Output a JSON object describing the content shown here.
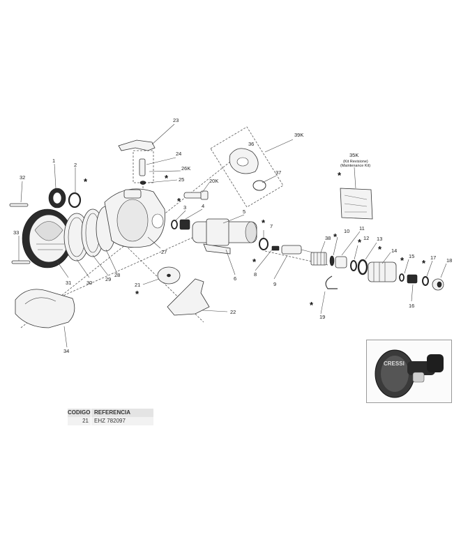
{
  "part_labels": {
    "p1": "1",
    "p2": "2",
    "p3": "3",
    "p4": "4",
    "p5": "5",
    "p6": "6",
    "p7": "7",
    "p8": "8",
    "p9": "9",
    "p10": "10",
    "p11": "11",
    "p12": "12",
    "p13": "13",
    "p14": "14",
    "p15": "15",
    "p16": "16",
    "p17": "17",
    "p18": "18",
    "p19": "19",
    "p20k": "20K",
    "p21": "21",
    "p22": "22",
    "p23": "23",
    "p24": "24",
    "p25": "25",
    "p26k": "26K",
    "p27": "27",
    "p28": "28",
    "p29": "29",
    "p30": "30",
    "p31": "31",
    "p32": "32",
    "p33": "33",
    "p34": "34",
    "p35k": "35K",
    "p36": "36",
    "p37": "37",
    "p38": "38",
    "p39k": "39K"
  },
  "kit_note": {
    "line1": "(Kit Revisione)",
    "line2": "(Maintenance Kit)"
  },
  "star_symbol": "*",
  "photo_brand": "CRESSI",
  "reference_table": {
    "header_code": "CODIGO",
    "header_ref": "REFERENCIA",
    "row_code": "21",
    "row_ref": "EHZ 782097"
  }
}
